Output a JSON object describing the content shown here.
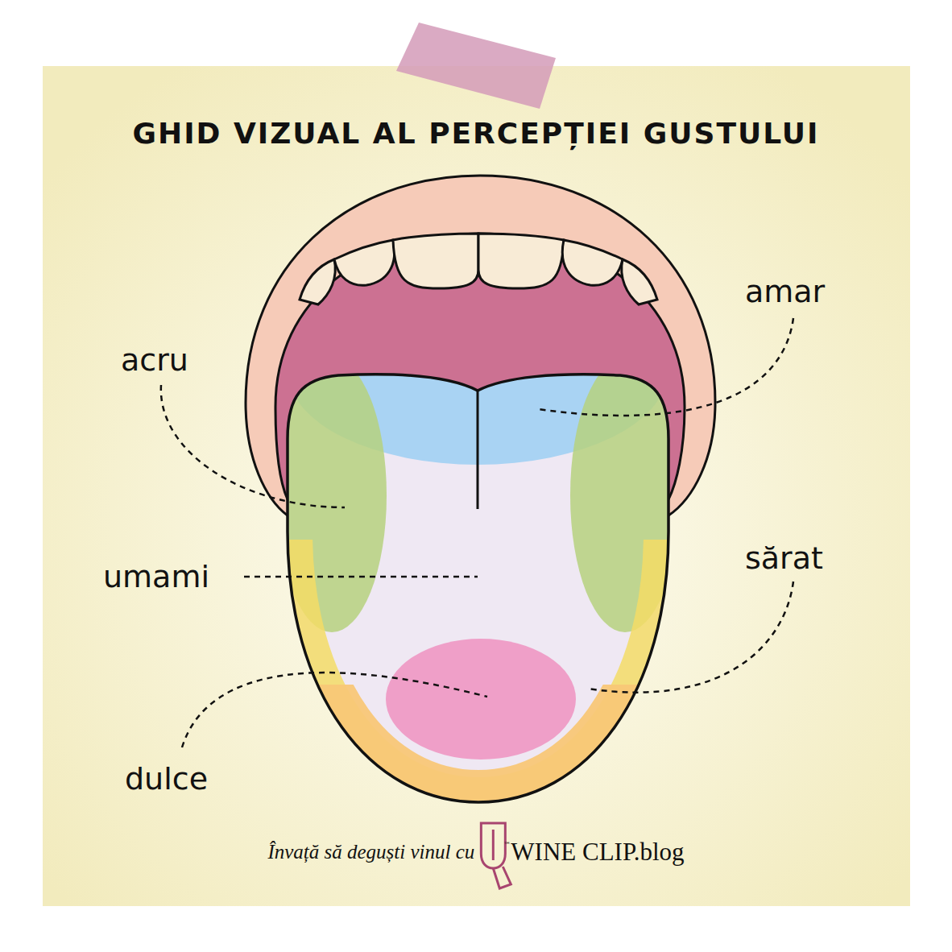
{
  "diagram": {
    "title": "GHID VIZUAL AL PERCEPȚIEI GUSTULUI",
    "caption": "Învață să deguști vinul cu",
    "labels": [
      "amar",
      "acru",
      "umami",
      "sărat",
      "dulce",
      "™",
      "WINE CLIP.blog"
    ]
  }
}
